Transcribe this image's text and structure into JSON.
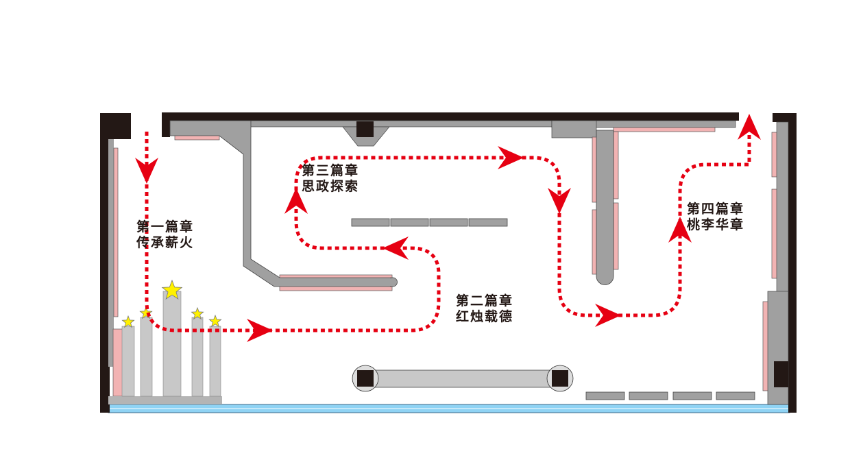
{
  "title": "展厅参观路线图",
  "colors": {
    "wall": "#231815",
    "partition": "#a0a0a0",
    "display": "#c8c8c8",
    "panel": "#f2b3b3",
    "route": "#e60012",
    "glass": "#8fd3f4",
    "star": "#fff100"
  },
  "sections": [
    {
      "chapter": "第一篇章",
      "theme": "传承薪火"
    },
    {
      "chapter": "第二篇章",
      "theme": "红烛载德"
    },
    {
      "chapter": "第三篇章",
      "theme": "思政探索"
    },
    {
      "chapter": "第四篇章",
      "theme": "桃李华章"
    }
  ]
}
